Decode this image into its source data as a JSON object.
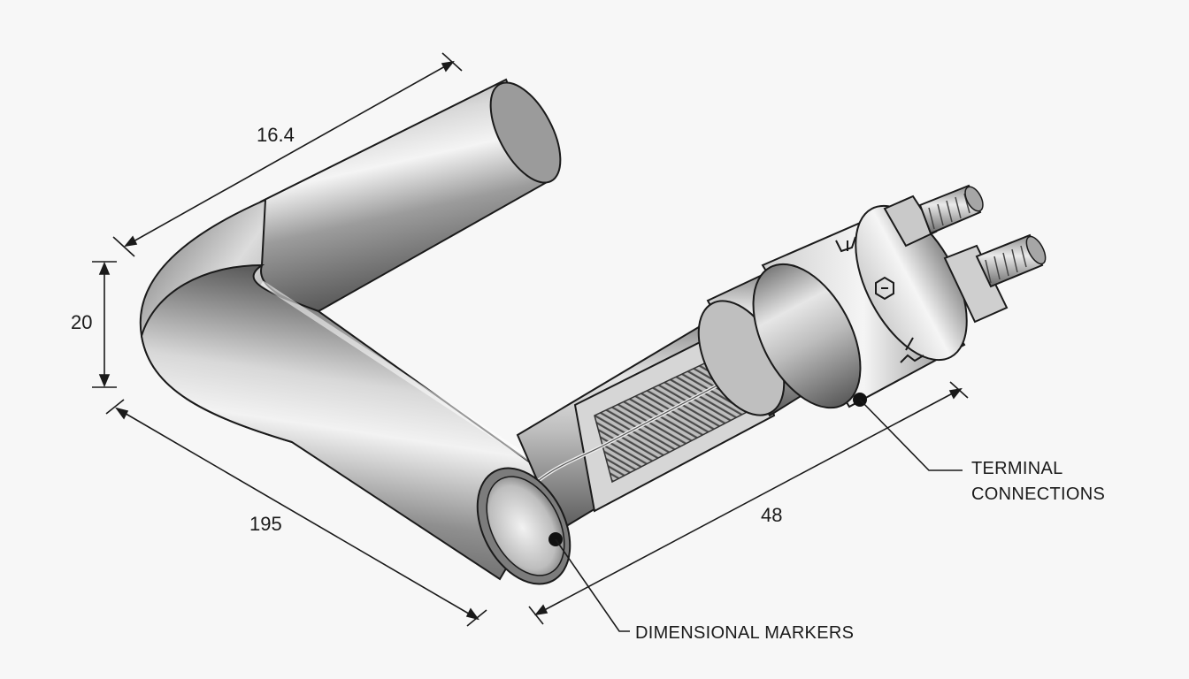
{
  "dimensions": {
    "length_top": "16.4",
    "height_left": "20",
    "length_bottom": "195",
    "length_right": "48"
  },
  "callouts": {
    "terminal_line1": "TERMINAL",
    "terminal_line2": "CONNECTIONS",
    "markers": "DIMENSIONAL MARKERS"
  },
  "colors": {
    "background": "#f7f7f7",
    "steel_dark": "#5e5e5e",
    "steel_mid": "#9a9a9a",
    "steel_light": "#e8e8e8",
    "line": "#1a1a1a"
  }
}
